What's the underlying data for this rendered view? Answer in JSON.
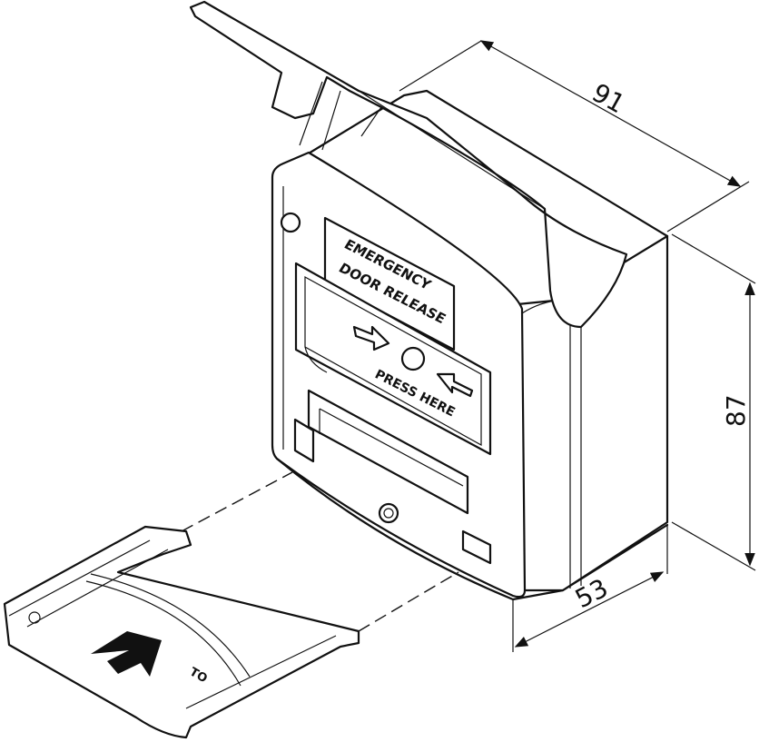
{
  "dimensions": {
    "width": "91",
    "height": "87",
    "depth": "53"
  },
  "device_label": {
    "line1": "EMERGENCY",
    "line2": "DOOR RELEASE",
    "press": "PRESS HERE"
  },
  "key_label": "TO",
  "icons": [
    "arrow-right-icon",
    "arrow-left-icon",
    "arrow-up-icon",
    "keyhole-icon",
    "press-button-icon"
  ]
}
